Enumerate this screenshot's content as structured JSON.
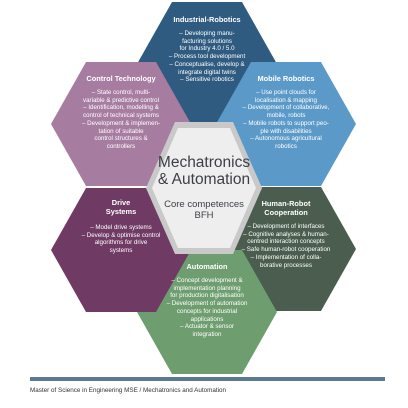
{
  "center": {
    "title_line1": "Mechatronics",
    "title_line2": "& Automation",
    "subtitle_line1": "Core competences",
    "subtitle_line2": "BFH"
  },
  "hexagons": {
    "industrial": {
      "title": "Industrial-Robotics",
      "color": "#2f5b80",
      "items": [
        "– Developing manu-",
        "facturing solutions",
        "for Industry 4.0 / 5.0",
        "– Process tool development",
        "– Conceptualise, develop &",
        "integrate digital twins",
        "– Sensitive robotics"
      ]
    },
    "mobile": {
      "title": "Mobile Robotics",
      "color": "#5b9ac8",
      "items": [
        "– Use point clouds for",
        "localisation & mapping",
        "– Development of collaborative,",
        "mobile, robots",
        "– Mobile robots to support peo-",
        "ple with disabilities",
        "– Autonomous agricultural",
        "robotics"
      ]
    },
    "human": {
      "title_line1": "Human-Robot",
      "title_line2": "Cooperation",
      "color": "#4a5d4e",
      "items": [
        "– Development of interfaces",
        "– Cognitive analyses & human-",
        "centred interaction concepts",
        "– Safe human-robot cooperation",
        "– Implementation of colla-",
        "borative processes"
      ]
    },
    "automation": {
      "title": "Automation",
      "color": "#6e9e6f",
      "items": [
        "– Concept development &",
        "implementation planning",
        "for production digitalisation",
        "– Development of automation",
        "concepts for industrial",
        "applications",
        "– Actuator & sensor",
        "integration"
      ]
    },
    "drive": {
      "title_line1": "Drive",
      "title_line2": "Systems",
      "color": "#6f3a64",
      "items": [
        "– Model drive systems",
        "– Develop & optimise control",
        "algorithms for drive",
        "systems"
      ]
    },
    "control": {
      "title": "Control Technology",
      "color": "#a77ca1",
      "items": [
        "– State control, multi-",
        "variable & predictive control",
        "– Identification, modelling &",
        "control of technical systems",
        "– Development & implemen-",
        "tation of suitable",
        "control structures &",
        "controllers"
      ]
    }
  },
  "center_color": "#eeeeee",
  "center_ring_color": "#c9c9c9",
  "footer": {
    "text": "Master of Science in Engineering MSE / Mechatronics and Automation",
    "bar_color": "#5a7a93"
  }
}
